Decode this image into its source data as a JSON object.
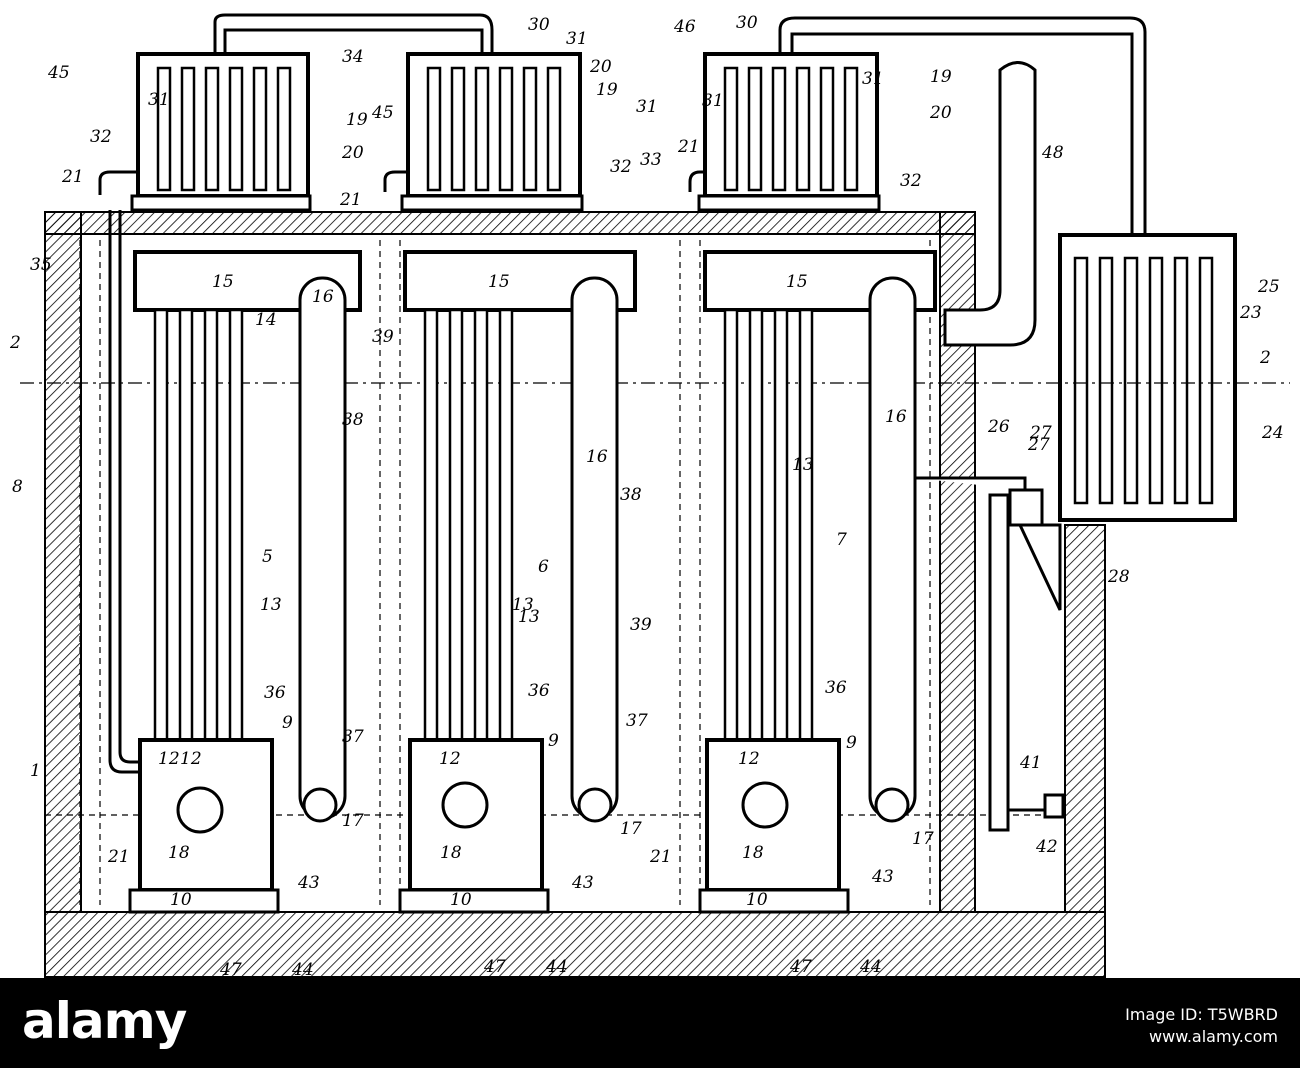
{
  "diagram": {
    "labels": [
      "45",
      "31",
      "30",
      "31",
      "46",
      "30",
      "34",
      "45",
      "19",
      "20",
      "31",
      "19",
      "31",
      "20",
      "19",
      "20",
      "21",
      "31",
      "32",
      "21",
      "32",
      "33",
      "21",
      "48",
      "32",
      "27",
      "25",
      "35",
      "15",
      "15",
      "15",
      "14",
      "16",
      "23",
      "2",
      "39",
      "2",
      "38",
      "16",
      "16",
      "26",
      "27",
      "8",
      "13",
      "24",
      "13",
      "38",
      "5",
      "6",
      "7",
      "28",
      "13",
      "13",
      "39",
      "36",
      "36",
      "36",
      "37",
      "37",
      "9",
      "9",
      "9",
      "12",
      "12",
      "12",
      "12",
      "41",
      "18",
      "18",
      "18",
      "17",
      "17",
      "17",
      "42",
      "21",
      "21",
      "43",
      "43",
      "43",
      "10",
      "10",
      "10",
      "47",
      "44",
      "47",
      "44",
      "47",
      "44",
      "1"
    ]
  },
  "banner": {
    "brand": "alamy",
    "image_id_line": "Image ID: T5WBRD",
    "site_line": "www.alamy.com"
  },
  "colors": {
    "ink": "#000000",
    "paper": "#ffffff",
    "banner": "#000000"
  }
}
